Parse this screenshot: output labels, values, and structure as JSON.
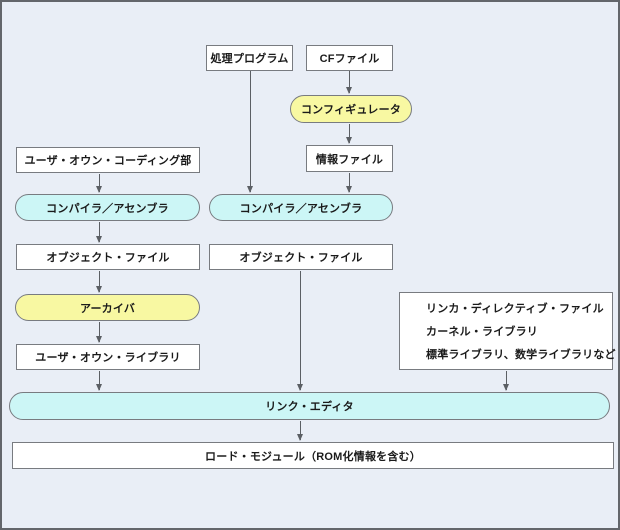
{
  "diagram": {
    "title": "build-process-flow",
    "nodes": {
      "processing_program": "処理プログラム",
      "cf_file": "CFファイル",
      "configurator": "コンフィギュレータ",
      "info_file": "情報ファイル",
      "user_own_coding": "ユーザ・オウン・コーディング部",
      "compiler_assembler_left": "コンパイラ／アセンブラ",
      "object_file_left": "オブジェクト・ファイル",
      "archiver": "アーカイバ",
      "user_own_library": "ユーザ・オウン・ライブラリ",
      "compiler_assembler_middle": "コンパイラ／アセンブラ",
      "object_file_middle": "オブジェクト・ファイル",
      "link_inputs": {
        "line1": "リンカ・ディレクティブ・ファイル",
        "line2": "カーネル・ライブラリ",
        "line3": "標準ライブラリ、数学ライブラリなど"
      },
      "link_editor": "リンク・エディタ",
      "load_module": "ロード・モジュール（ROM化情報を含む）"
    },
    "colors": {
      "background": "#e9eef6",
      "file_box_fill": "#ffffff",
      "process_pill_fill": "#ccf6f6",
      "tool_pill_fill": "#f8f8a2",
      "box_border": "#787b80",
      "outer_border": "#63666b",
      "arrow": "#5b5f64",
      "text": "#1a1a1a"
    }
  }
}
